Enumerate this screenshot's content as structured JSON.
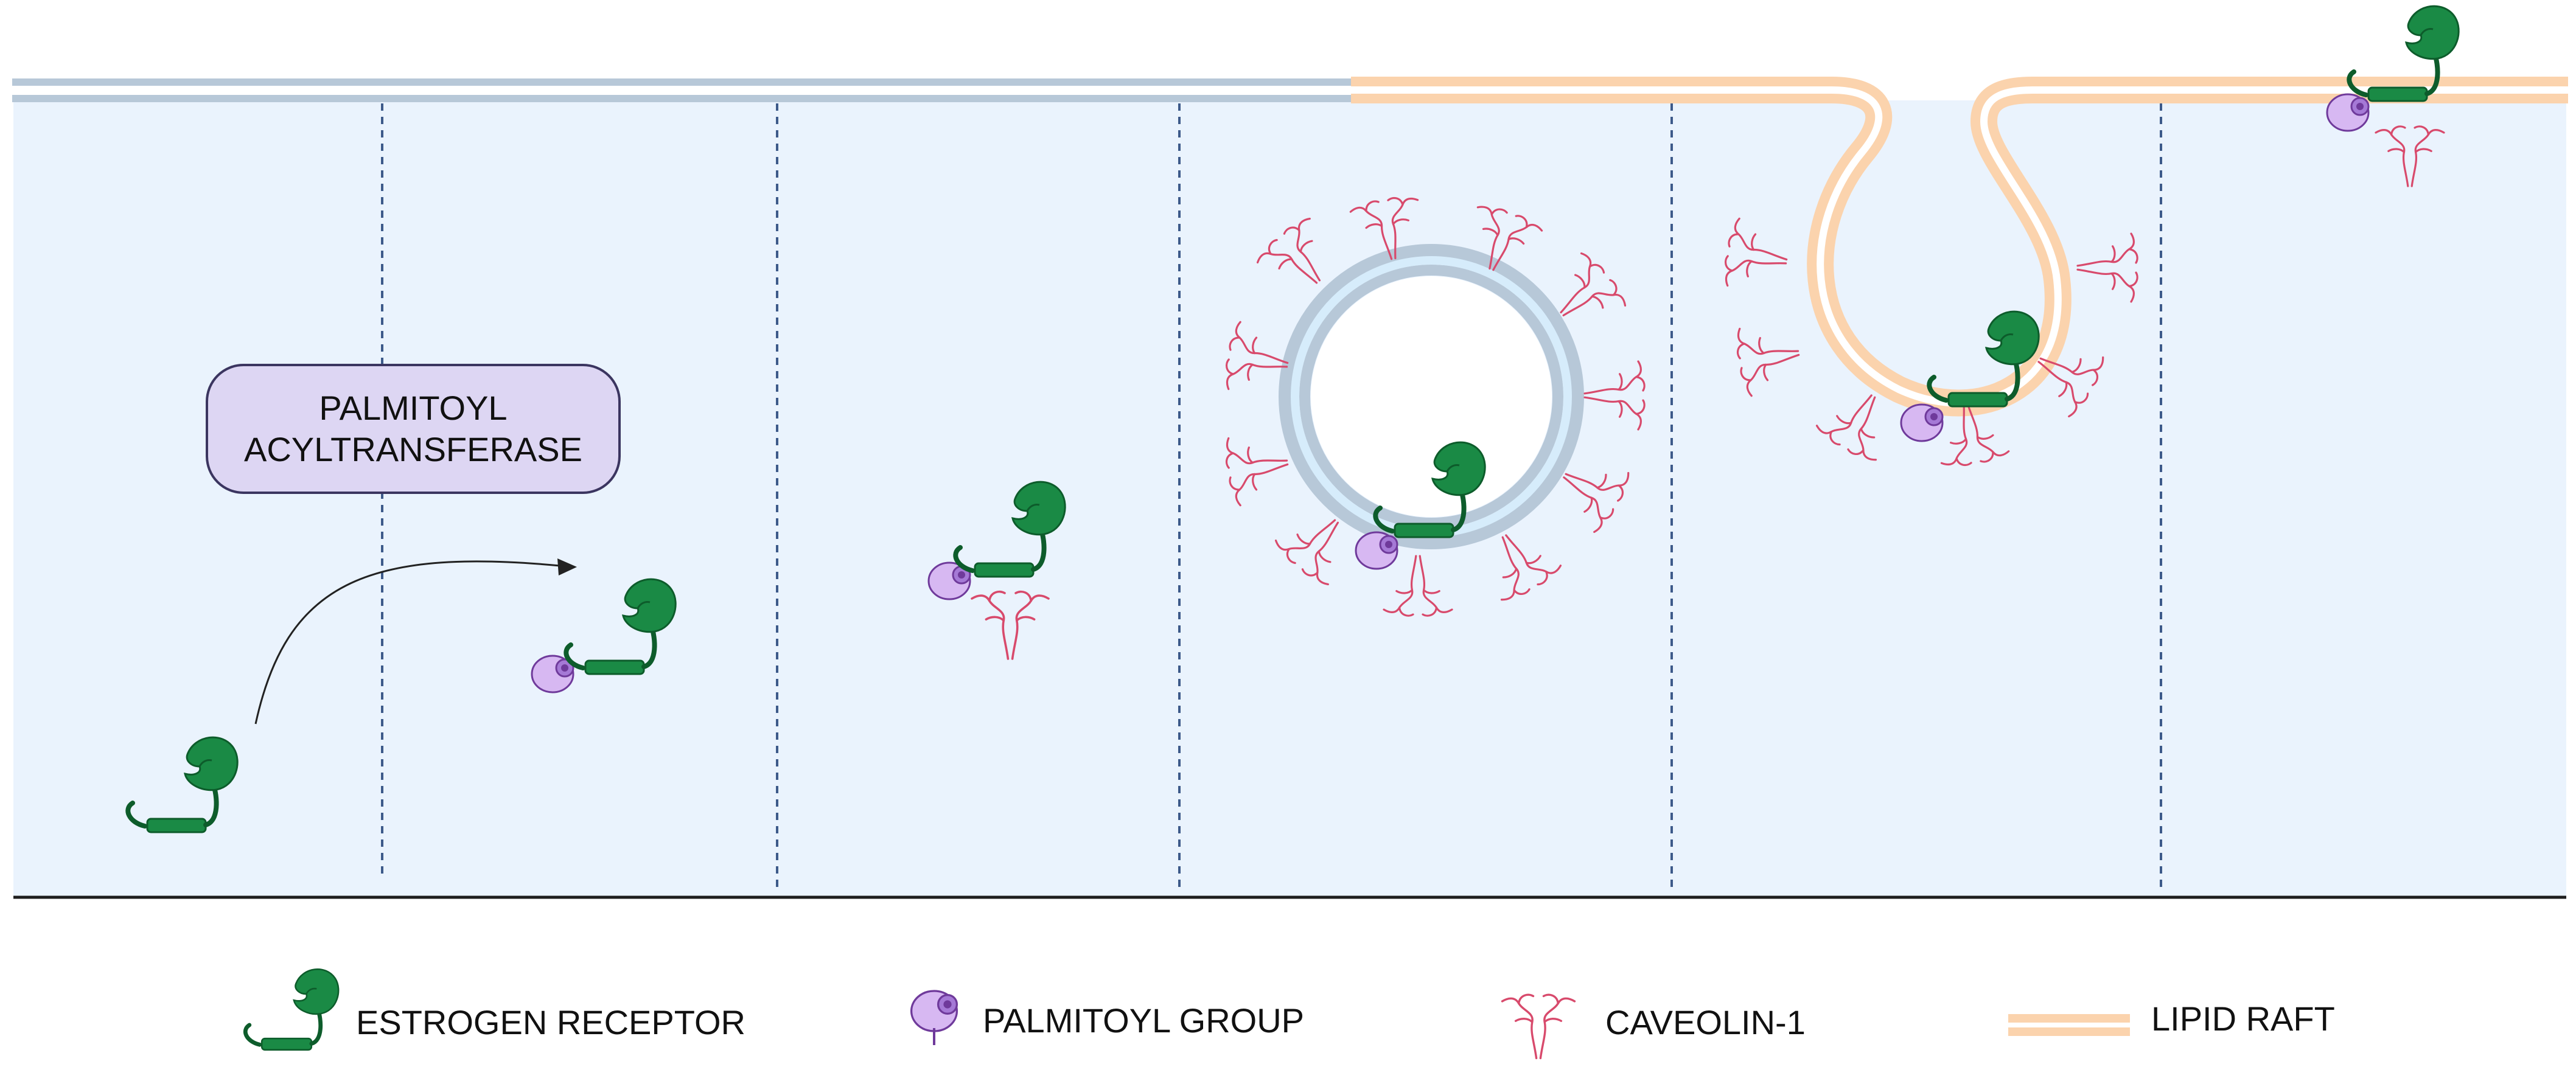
{
  "enzyme": {
    "label_line1": "PALMITOYL",
    "label_line2": "ACYLTRANSFERASE"
  },
  "legend": {
    "items": [
      {
        "label": "ESTROGEN RECEPTOR",
        "icon": "estrogen-receptor-icon"
      },
      {
        "label": "PALMITOYL GROUP",
        "icon": "palmitoyl-group-icon"
      },
      {
        "label": "CAVEOLIN-1",
        "icon": "caveolin-icon"
      },
      {
        "label": "LIPID RAFT",
        "icon": "lipid-raft-icon"
      }
    ]
  },
  "colors": {
    "background": "#eaf3fd",
    "membrane": "#b7c8d8",
    "lipid_raft": "#fbd3ad",
    "receptor": "#1a8a45",
    "receptor_dark": "#0d5c2b",
    "palmitoyl": "#d7b8f2",
    "palmitoyl_dark": "#6f3a9b",
    "caveolin": "#d84a6c",
    "enzyme_fill": "#ddd6f3",
    "enzyme_border": "#3b3560",
    "divider": "#3d5a8a"
  }
}
